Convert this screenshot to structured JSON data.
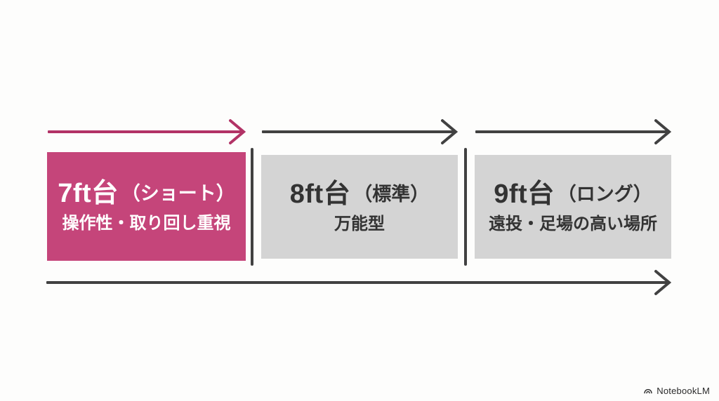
{
  "colors": {
    "background": "#fdfdfc",
    "accent_box": "#c5457a",
    "accent_arrow": "#b23366",
    "neutral_box": "#d4d4d4",
    "dark_stroke": "#414141",
    "dark_text": "#333333",
    "light_text": "#ffffff",
    "watermark_text": "#2b2b2b"
  },
  "stages": [
    {
      "title": "7ft台",
      "title_paren": "（ショート）",
      "subtitle": "操作性・取り回し重視"
    },
    {
      "title": "8ft台",
      "title_paren": "（標準）",
      "subtitle": "万能型"
    },
    {
      "title": "9ft台",
      "title_paren": "（ロング）",
      "subtitle": "遠投・足場の高い場所"
    }
  ],
  "watermark": {
    "label": "NotebookLM"
  }
}
